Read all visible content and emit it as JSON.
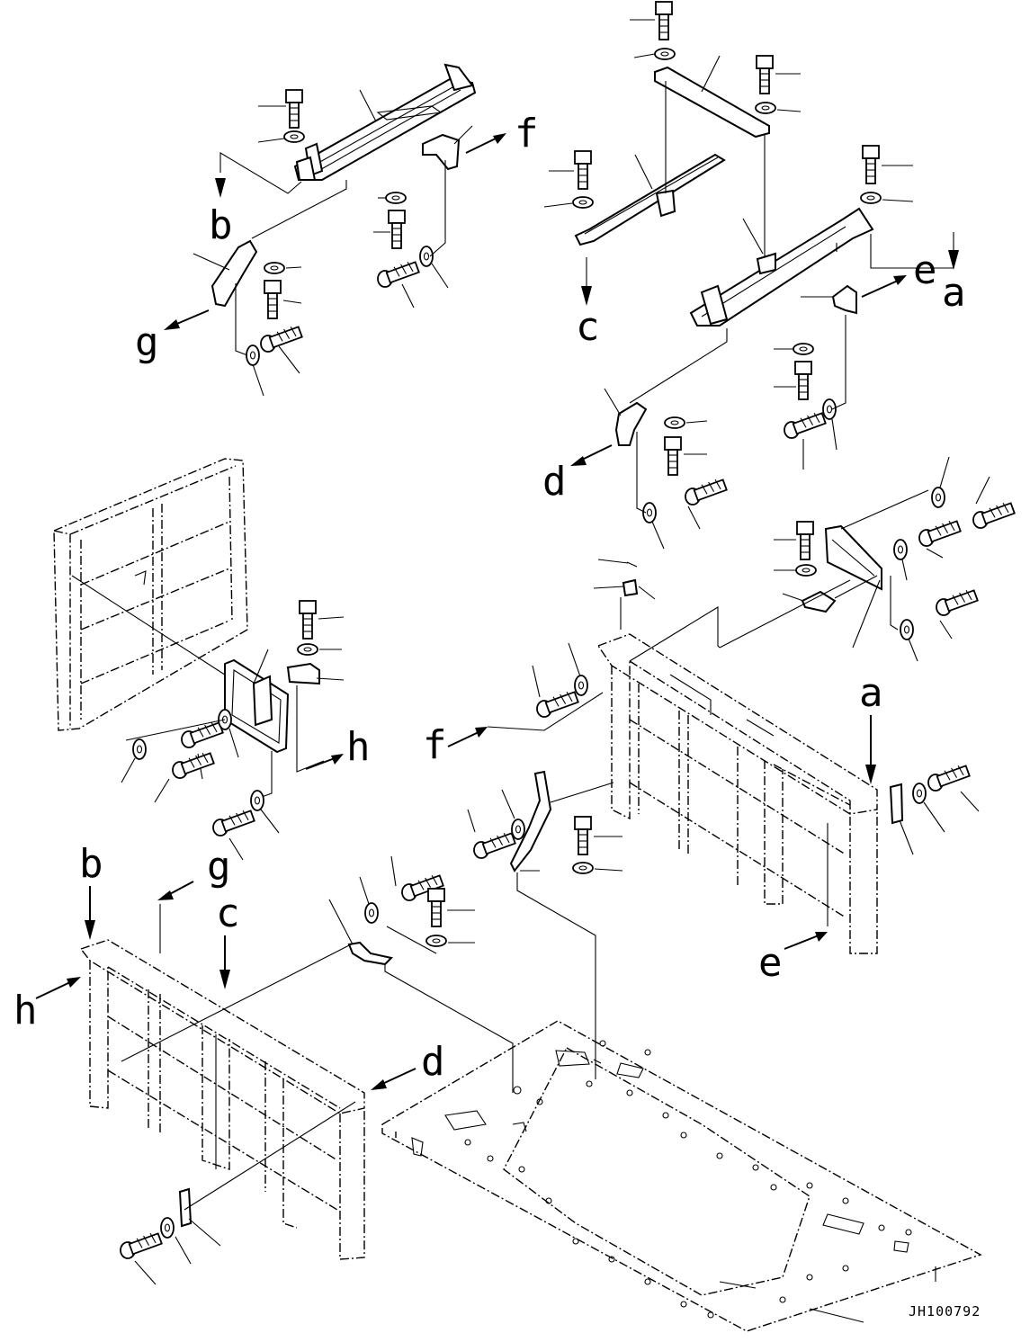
{
  "drawing_code": "JH100792",
  "reference_labels": {
    "a": "a",
    "b": "b",
    "c": "c",
    "d": "d",
    "e": "e",
    "f": "f",
    "g": "g",
    "h": "h"
  },
  "icons": {
    "bolt": "bolt-icon",
    "washer": "washer-icon",
    "bracket": "bracket-icon",
    "arrow": "arrow-icon"
  }
}
